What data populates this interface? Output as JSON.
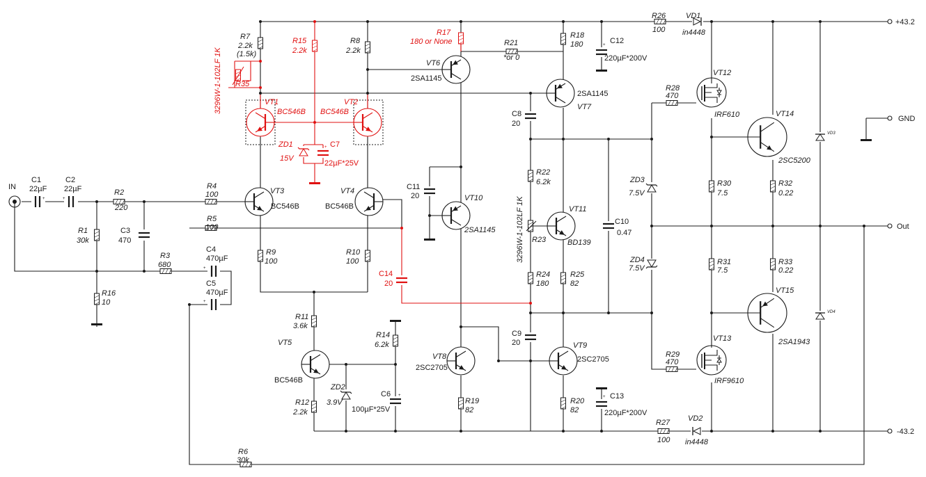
{
  "colors": {
    "wire": "#1a1a1a",
    "modified": "#e01010"
  },
  "terminals": {
    "in": "IN",
    "vplus": "+43.2",
    "gnd": "GND",
    "out": "Out",
    "vminus": "-43.2"
  },
  "resistors": {
    "R1": {
      "name": "R1",
      "value": "30k"
    },
    "R2": {
      "name": "R2",
      "value": "220"
    },
    "R3": {
      "name": "R3",
      "value": "680"
    },
    "R4": {
      "name": "R4",
      "value": "100"
    },
    "R5": {
      "name": "R5",
      "value": "100"
    },
    "R6": {
      "name": "R6",
      "value": "30k"
    },
    "R7": {
      "name": "R7",
      "value": "2.2k",
      "alt": "(1.5k)"
    },
    "R8": {
      "name": "R8",
      "value": "2.2k"
    },
    "R9": {
      "name": "R9",
      "value": "100"
    },
    "R10": {
      "name": "R10",
      "value": "100"
    },
    "R11": {
      "name": "R11",
      "value": "3.6k"
    },
    "R12": {
      "name": "R12",
      "value": "2.2k"
    },
    "R14": {
      "name": "R14",
      "value": "6.2k"
    },
    "R15": {
      "name": "R15",
      "value": "2.2k"
    },
    "R16": {
      "name": "R16",
      "value": "10"
    },
    "R17": {
      "name": "R17",
      "value": "180 or None"
    },
    "R18": {
      "name": "R18",
      "value": "180"
    },
    "R19": {
      "name": "R19",
      "value": "82"
    },
    "R20": {
      "name": "R20",
      "value": "82"
    },
    "R21": {
      "name": "R21",
      "value": "*or 0"
    },
    "R22": {
      "name": "R22",
      "value": "6.2k"
    },
    "R23": {
      "name": "R23"
    },
    "R24": {
      "name": "R24",
      "value": "180"
    },
    "R25": {
      "name": "R25",
      "value": "82"
    },
    "R26": {
      "name": "R26",
      "value": "100"
    },
    "R27": {
      "name": "R27",
      "value": "100"
    },
    "R28": {
      "name": "R28",
      "value": "470"
    },
    "R29": {
      "name": "R29",
      "value": "470"
    },
    "R30": {
      "name": "R30",
      "value": "7.5"
    },
    "R31": {
      "name": "R31",
      "value": "7.5"
    },
    "R32": {
      "name": "R32",
      "value": "0.22"
    },
    "R33": {
      "name": "R33",
      "value": "0.22"
    },
    "R35": {
      "name": "R35"
    }
  },
  "trimmers": {
    "t1": "3296W-1-102LF 1K",
    "t2": "3296W-1-102LF 1K"
  },
  "capacitors": {
    "C1": {
      "name": "C1",
      "value": "22µF"
    },
    "C2": {
      "name": "C2",
      "value": "22µF"
    },
    "C3": {
      "name": "C3",
      "value": "470"
    },
    "C4": {
      "name": "C4",
      "value": "470µF"
    },
    "C5": {
      "name": "C5",
      "value": "470µF"
    },
    "C6": {
      "name": "C6",
      "value": "100µF*25V"
    },
    "C7": {
      "name": "C7",
      "value": "22µF*25V"
    },
    "C8": {
      "name": "C8",
      "value": "20"
    },
    "C9": {
      "name": "C9",
      "value": "20"
    },
    "C10": {
      "name": "C10",
      "value": "0.47"
    },
    "C11": {
      "name": "C11",
      "value": "20"
    },
    "C12": {
      "name": "C12",
      "value": "220µF*200V"
    },
    "C13": {
      "name": "C13",
      "value": "220µF*200V"
    },
    "C14": {
      "name": "C14",
      "value": "20"
    }
  },
  "transistors": {
    "VT1": {
      "name": "VT1",
      "part": "BC546B"
    },
    "VT2": {
      "name": "VT2",
      "part": "BC546B"
    },
    "VT3": {
      "name": "VT3",
      "part": "BC546B"
    },
    "VT4": {
      "name": "VT4",
      "part": "BC546B"
    },
    "VT5": {
      "name": "VT5",
      "part": "BC546B"
    },
    "VT6": {
      "name": "VT6",
      "part": "2SA1145"
    },
    "VT7": {
      "name": "VT7",
      "part": "2SA1145"
    },
    "VT8": {
      "name": "VT8",
      "part": "2SC2705"
    },
    "VT9": {
      "name": "VT9",
      "part": "2SC2705"
    },
    "VT10": {
      "name": "VT10",
      "part": "2SA1145"
    },
    "VT11": {
      "name": "VT11",
      "part": "BD139"
    },
    "VT12": {
      "name": "VT12",
      "part": "IRF610"
    },
    "VT13": {
      "name": "VT13",
      "part": "IRF9610"
    },
    "VT14": {
      "name": "VT14",
      "part": "2SC5200"
    },
    "VT15": {
      "name": "VT15",
      "part": "2SA1943"
    }
  },
  "diodes": {
    "VD1": {
      "name": "VD1",
      "part": "in4448"
    },
    "VD2": {
      "name": "VD2",
      "part": "in4448"
    },
    "VD3": {
      "name": "VD3"
    },
    "VD4": {
      "name": "VD4"
    },
    "ZD1": {
      "name": "ZD1",
      "value": "15V"
    },
    "ZD2": {
      "name": "ZD2",
      "value": "3.9V"
    },
    "ZD3": {
      "name": "ZD3",
      "value": "7.5V"
    },
    "ZD4": {
      "name": "ZD4",
      "value": "7.5V"
    }
  }
}
